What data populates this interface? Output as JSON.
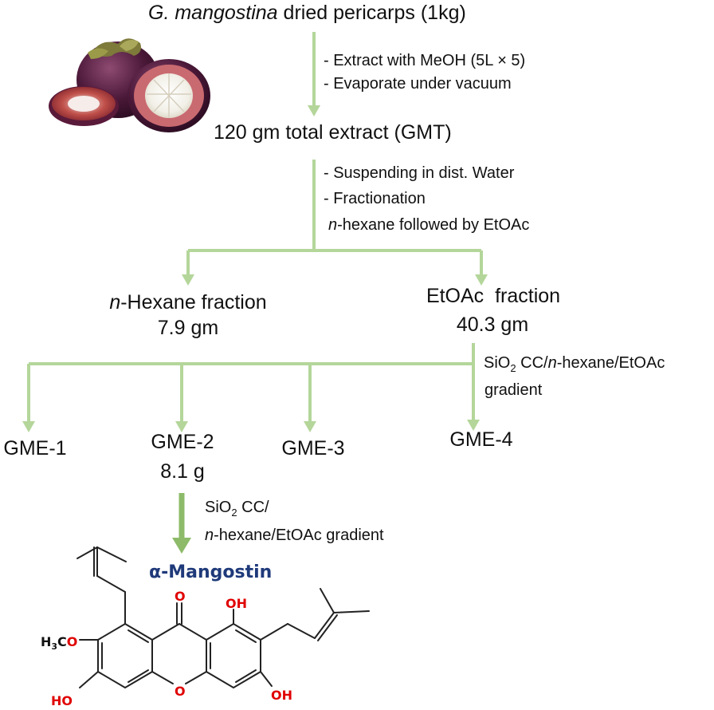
{
  "start": {
    "species": "G. mangostina",
    "rest": " dried pericarps (1kg)"
  },
  "step1": [
    "- Extract with MeOH (5L × 5)",
    "- Evaporate under vacuum"
  ],
  "extract": "120 gm total extract (GMT)",
  "step2": {
    "line1": "- Suspending in dist. Water",
    "line2": "- Fractionation",
    "line3_italic": "n",
    "line3_rest": "-hexane followed by EtOAc"
  },
  "hexane_fraction": {
    "prefix": "n",
    "label": "-Hexane fraction",
    "amount": "7.9 gm"
  },
  "etoac_fraction": {
    "label": "EtOAc  fraction",
    "amount": "40.3 gm"
  },
  "step3": {
    "a": "SiO",
    "sub": "2",
    "b": " CC/",
    "c": "n",
    "d": "-hexane/EtOAc",
    "line2": "gradient"
  },
  "fractions": [
    {
      "name": "GME-1",
      "amount": ""
    },
    {
      "name": "GME-2",
      "amount": "8.1 g"
    },
    {
      "name": "GME-3",
      "amount": ""
    },
    {
      "name": "GME-4",
      "amount": ""
    }
  ],
  "step4": {
    "a": "SiO",
    "sub": "2",
    "b": " CC/",
    "c": "n",
    "d": "-hexane/EtOAc gradient"
  },
  "product": "α-Mangostin",
  "structure": {
    "carbonyl_o": "O",
    "ring_o": "O",
    "oh_top": "OH",
    "oh_right": "OH",
    "oh_left": "HO",
    "methoxy_h": "H",
    "methoxy_sub": "3",
    "methoxy_c": "C",
    "methoxy_o": "O"
  },
  "colors": {
    "arrow": "#b4d69a",
    "arrow_dark": "#8dbb6a",
    "product": "#1f3a7a",
    "heteroatom": "#e00000"
  }
}
